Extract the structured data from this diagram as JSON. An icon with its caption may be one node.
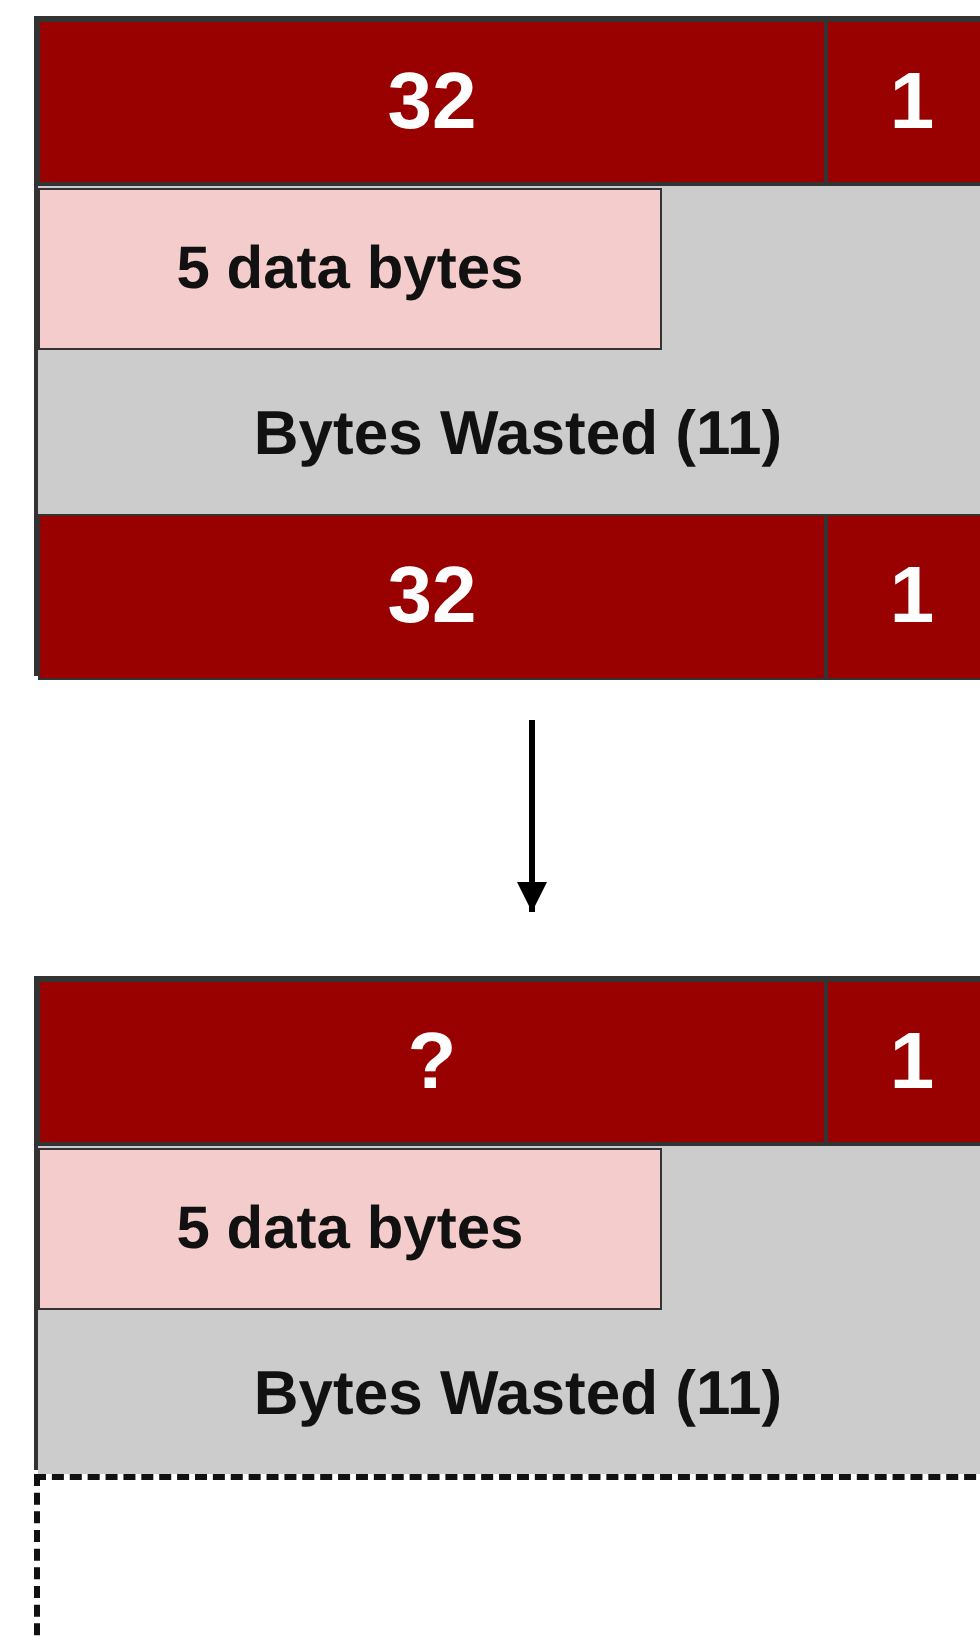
{
  "diagram": {
    "nodes": [
      {
        "text": [],
        "shape": "box"
      },
      {
        "text": [
          "32"
        ],
        "in": 0
      },
      {
        "text": [
          "1"
        ],
        "in": 0
      },
      {
        "text": [
          "Bytes Wasted (11)"
        ],
        "in": 0
      },
      {
        "text": [
          "5 data bytes"
        ],
        "in": 3
      },
      {
        "text": [
          "32"
        ],
        "in": 0
      },
      {
        "text": [
          "1"
        ],
        "in": 0
      },
      {
        "text": [],
        "shape": "box"
      },
      {
        "text": [
          "?"
        ],
        "in": 7
      },
      {
        "text": [
          "1"
        ],
        "in": 7
      },
      {
        "text": [
          "Bytes Wasted (11)"
        ],
        "in": 7
      },
      {
        "text": [
          "5 data bytes"
        ],
        "in": 10
      },
      {
        "text": [],
        "shape": "box"
      }
    ],
    "edges": [
      {
        "from": 0,
        "to": 7,
        "arrow": "to"
      }
    ]
  }
}
